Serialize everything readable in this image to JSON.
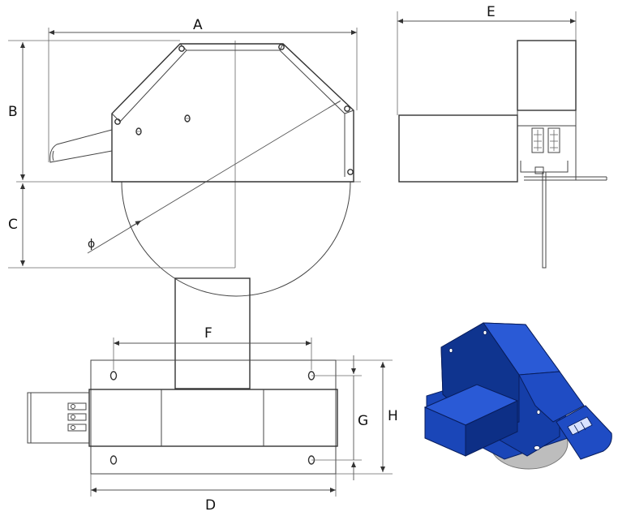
{
  "labels": {
    "A": "A",
    "B": "B",
    "C": "C",
    "D": "D",
    "E": "E",
    "F": "F",
    "G": "G",
    "H": "H",
    "phi": "ϕ"
  },
  "colors": {
    "line": "#444444",
    "blue_dark": "#0d2f86",
    "blue_mid": "#1a46b8",
    "blue_light": "#2a5ad6",
    "disc_grey": "#b9b9b9"
  }
}
